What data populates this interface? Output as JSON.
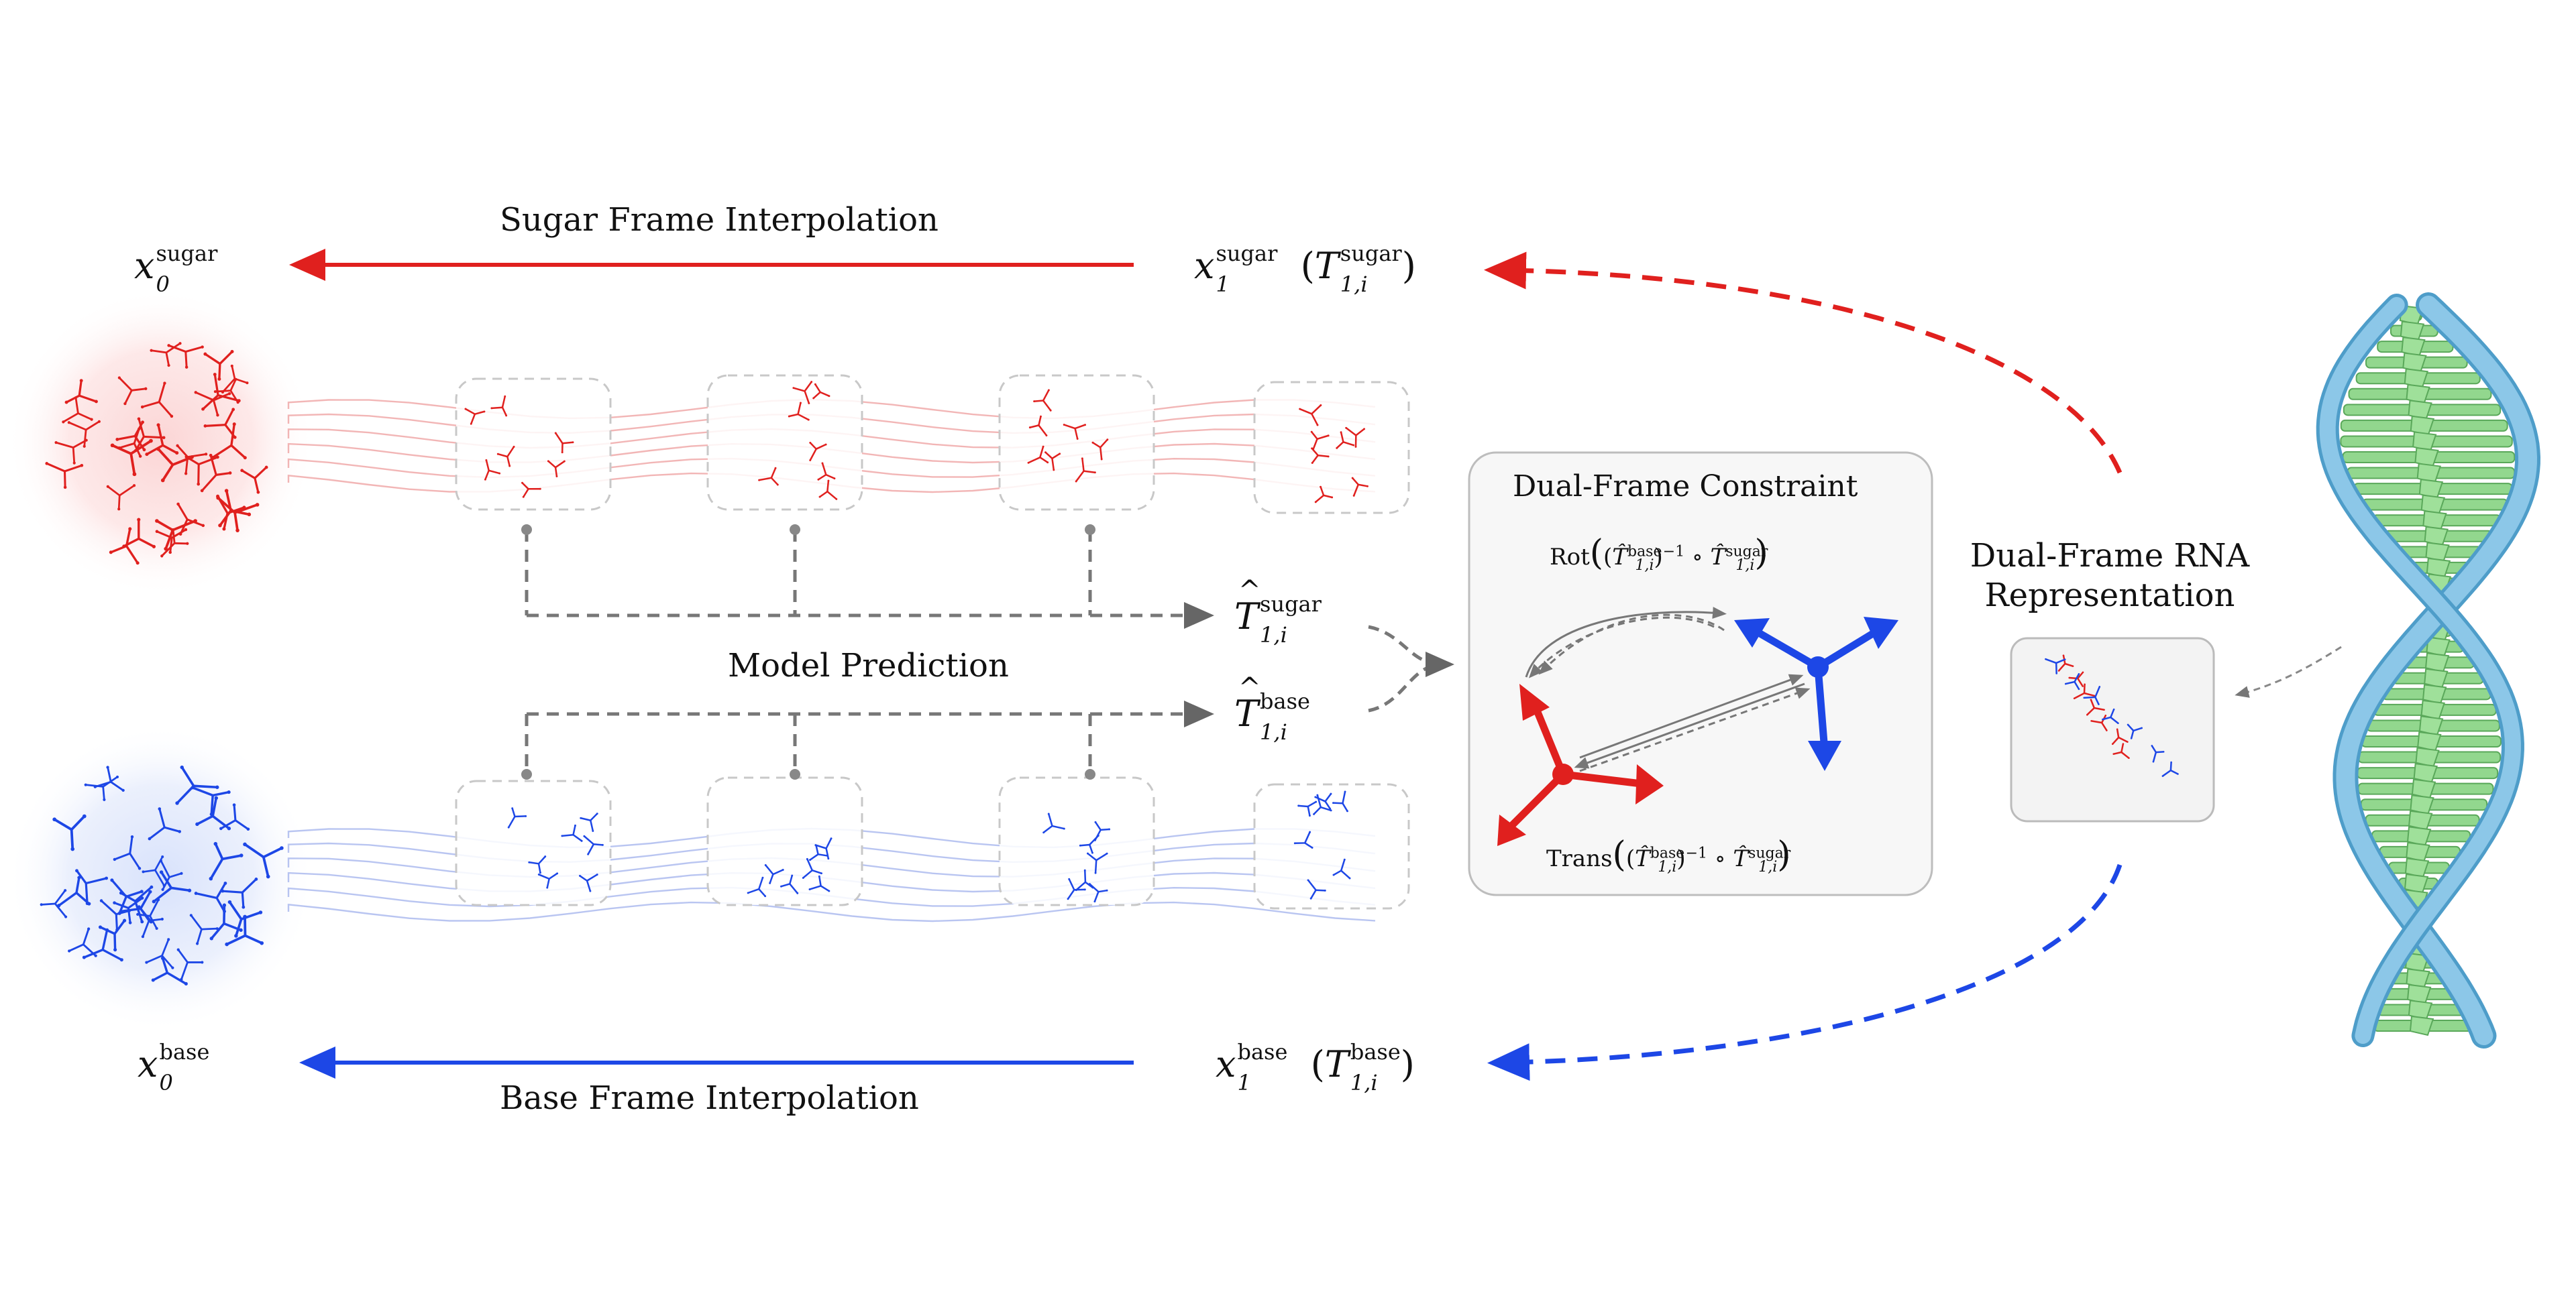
{
  "labels": {
    "sugar_interp": "Sugar Frame Interpolation",
    "base_interp": "Base Frame Interpolation",
    "model_prediction": "Model Prediction",
    "dual_constraint": "Dual-Frame Constraint",
    "dual_rna_line1": "Dual-Frame RNA",
    "dual_rna_line2": "Representation"
  },
  "math": {
    "x_var": "x",
    "T_var": "T",
    "sub_0": "0",
    "sub_1": "1",
    "sub_1i": "1,i",
    "sugar": "sugar",
    "base": "base",
    "rot": "Rot",
    "trans": "Trans",
    "inv": "−1",
    "compose": "∘"
  },
  "colors": {
    "sugar": "#e0201e",
    "base": "#1d47e6",
    "gray": "#777777",
    "sugar_glow": "#fbd5d5",
    "base_glow": "#d8e2fb",
    "rna_backbone": "#8cc7e8",
    "rna_base": "#7fd07a"
  }
}
